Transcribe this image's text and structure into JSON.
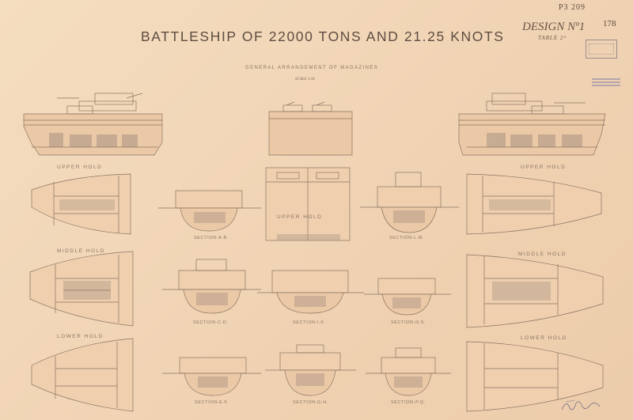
{
  "title": "BATTLESHIP OF 22000 TONS AND 21.25 KNOTS",
  "subtitle": "GENERAL ARRANGEMENT OF MAGAZINES",
  "scale_note": "SCALE 1/16",
  "design_label": "DESIGN Nº1",
  "table_label": "TABLE 2ᵈ",
  "sheet_number": "178",
  "file_ref": "P3 209",
  "hold_labels": {
    "upper_left": "UPPER HOLD",
    "upper_right": "UPPER HOLD",
    "middle_left": "MIDDLE HOLD",
    "middle_right": "MIDDLE HOLD",
    "lower_left": "LOWER HOLD",
    "lower_right": "LOWER HOLD",
    "upper_center": "UPPER HOLD"
  },
  "sections": {
    "ab": "SECTION-A.B.",
    "lm": "SECTION-L.M.",
    "cd": "SECTION-C.D.",
    "ik": "SECTION-I.K.",
    "ns": "SECTION-N.S.",
    "ef": "SECTION-E.F.",
    "gh": "SECTION-G.H.",
    "po": "SECTION-P.Q."
  },
  "colors": {
    "paper": "#f2d9bc",
    "ink": "#6d5a4c",
    "line": "#8a7462",
    "magazine": "#a89382"
  }
}
